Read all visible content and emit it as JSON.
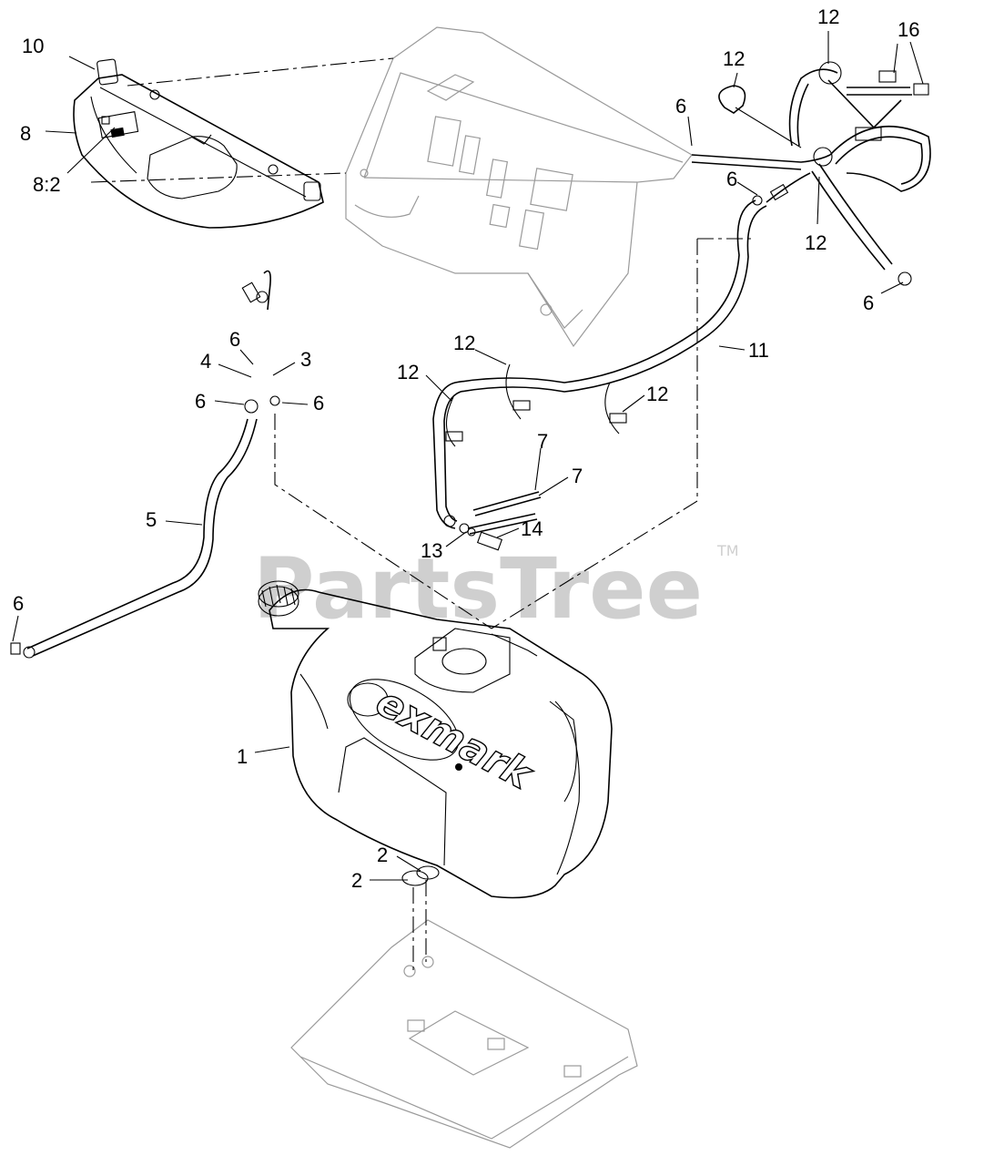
{
  "watermark": {
    "text": "PartsTree",
    "trademark": "TM"
  },
  "brand_logo": "exmark",
  "callouts": [
    {
      "id": "c10a",
      "label": "10"
    },
    {
      "id": "c8",
      "label": "8"
    },
    {
      "id": "c8-2",
      "label": "8:2"
    },
    {
      "id": "c12a",
      "label": "12"
    },
    {
      "id": "c12b",
      "label": "12"
    },
    {
      "id": "c16",
      "label": "16"
    },
    {
      "id": "c6a",
      "label": "6"
    },
    {
      "id": "c6b",
      "label": "6"
    },
    {
      "id": "c12c",
      "label": "12"
    },
    {
      "id": "c6c",
      "label": "6"
    },
    {
      "id": "c11",
      "label": "11"
    },
    {
      "id": "c6d",
      "label": "6"
    },
    {
      "id": "c4",
      "label": "4"
    },
    {
      "id": "c3",
      "label": "3"
    },
    {
      "id": "c6e",
      "label": "6"
    },
    {
      "id": "c6f",
      "label": "6"
    },
    {
      "id": "c12d",
      "label": "12"
    },
    {
      "id": "c12e",
      "label": "12"
    },
    {
      "id": "c12f",
      "label": "12"
    },
    {
      "id": "c7a",
      "label": "7"
    },
    {
      "id": "c7b",
      "label": "7"
    },
    {
      "id": "c5",
      "label": "5"
    },
    {
      "id": "c13",
      "label": "13"
    },
    {
      "id": "c14",
      "label": "14"
    },
    {
      "id": "c6g",
      "label": "6"
    },
    {
      "id": "c1",
      "label": "1"
    },
    {
      "id": "c2a",
      "label": "2"
    },
    {
      "id": "c2b",
      "label": "2"
    }
  ]
}
